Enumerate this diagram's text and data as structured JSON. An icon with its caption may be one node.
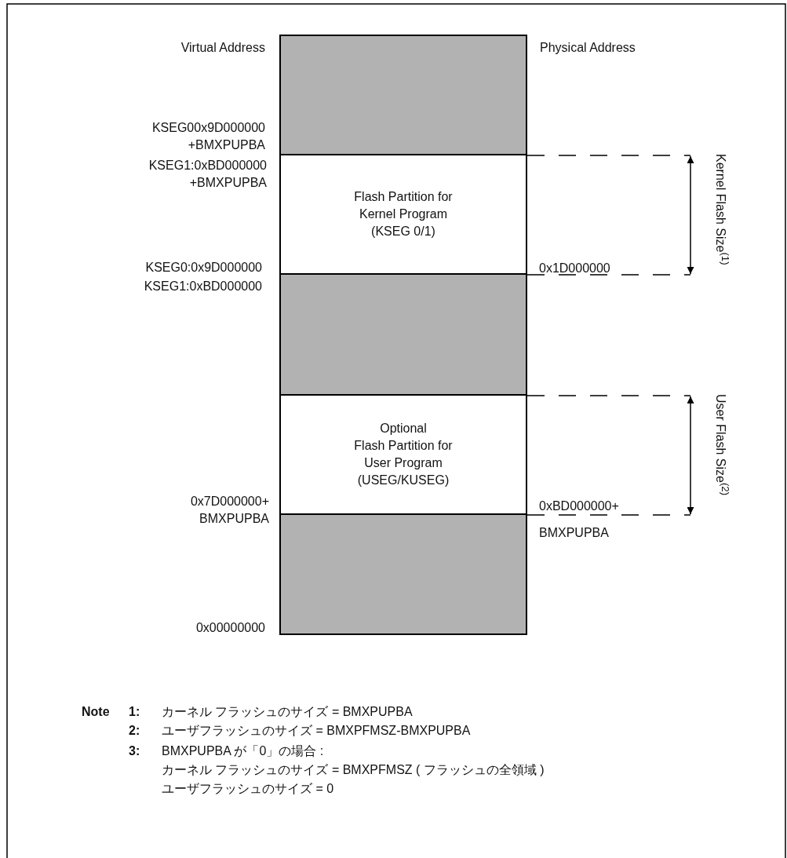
{
  "diagram": {
    "nodes": [
      {
        "text": [],
        "shape": "box"
      },
      {
        "text": [
          "Flash Partition for Kernel Program (KSEG 0/1)"
        ]
      },
      {
        "text": [],
        "shape": "box"
      },
      {
        "text": [
          "Optional",
          "Flash Partition for User Program (USEG/KUSEG)"
        ]
      },
      {
        "text": [],
        "shape": "box"
      }
    ],
    "edges": [],
    "labels": [
      "Virtual Address",
      "Physical Address",
      "KSEG00x9D000000 +BMXPUPBA",
      "KSEG1:0xBD000000 +BMXPUPBA",
      "Kernel Flash Size$^{(1)}$",
      "KSEG0:0x9D000000",
      "0x1D000000",
      "KSEG1:0xBD000000",
      "User Flash Size$^{(2)}$",
      "0x7D000000+ BMXPUPBA",
      "0xBD000000+ BMXPUPBA",
      "0x00000000",
      "Note",
      "1:",
      "カーネル フラッシュのサイズ = BMXPUPBA",
      "2:",
      "ユーザフラッシュのサイズ = BMXPFMSZ-BMXPUPBA",
      "3:",
      "BMXPUPBA が「0」の場合 :",
      "カーネル フラッシュのサイズ = BMXPFMSZ ( フラッシュの全領域 )",
      "ユーザフラッシュのサイズ = 0"
    ]
  }
}
